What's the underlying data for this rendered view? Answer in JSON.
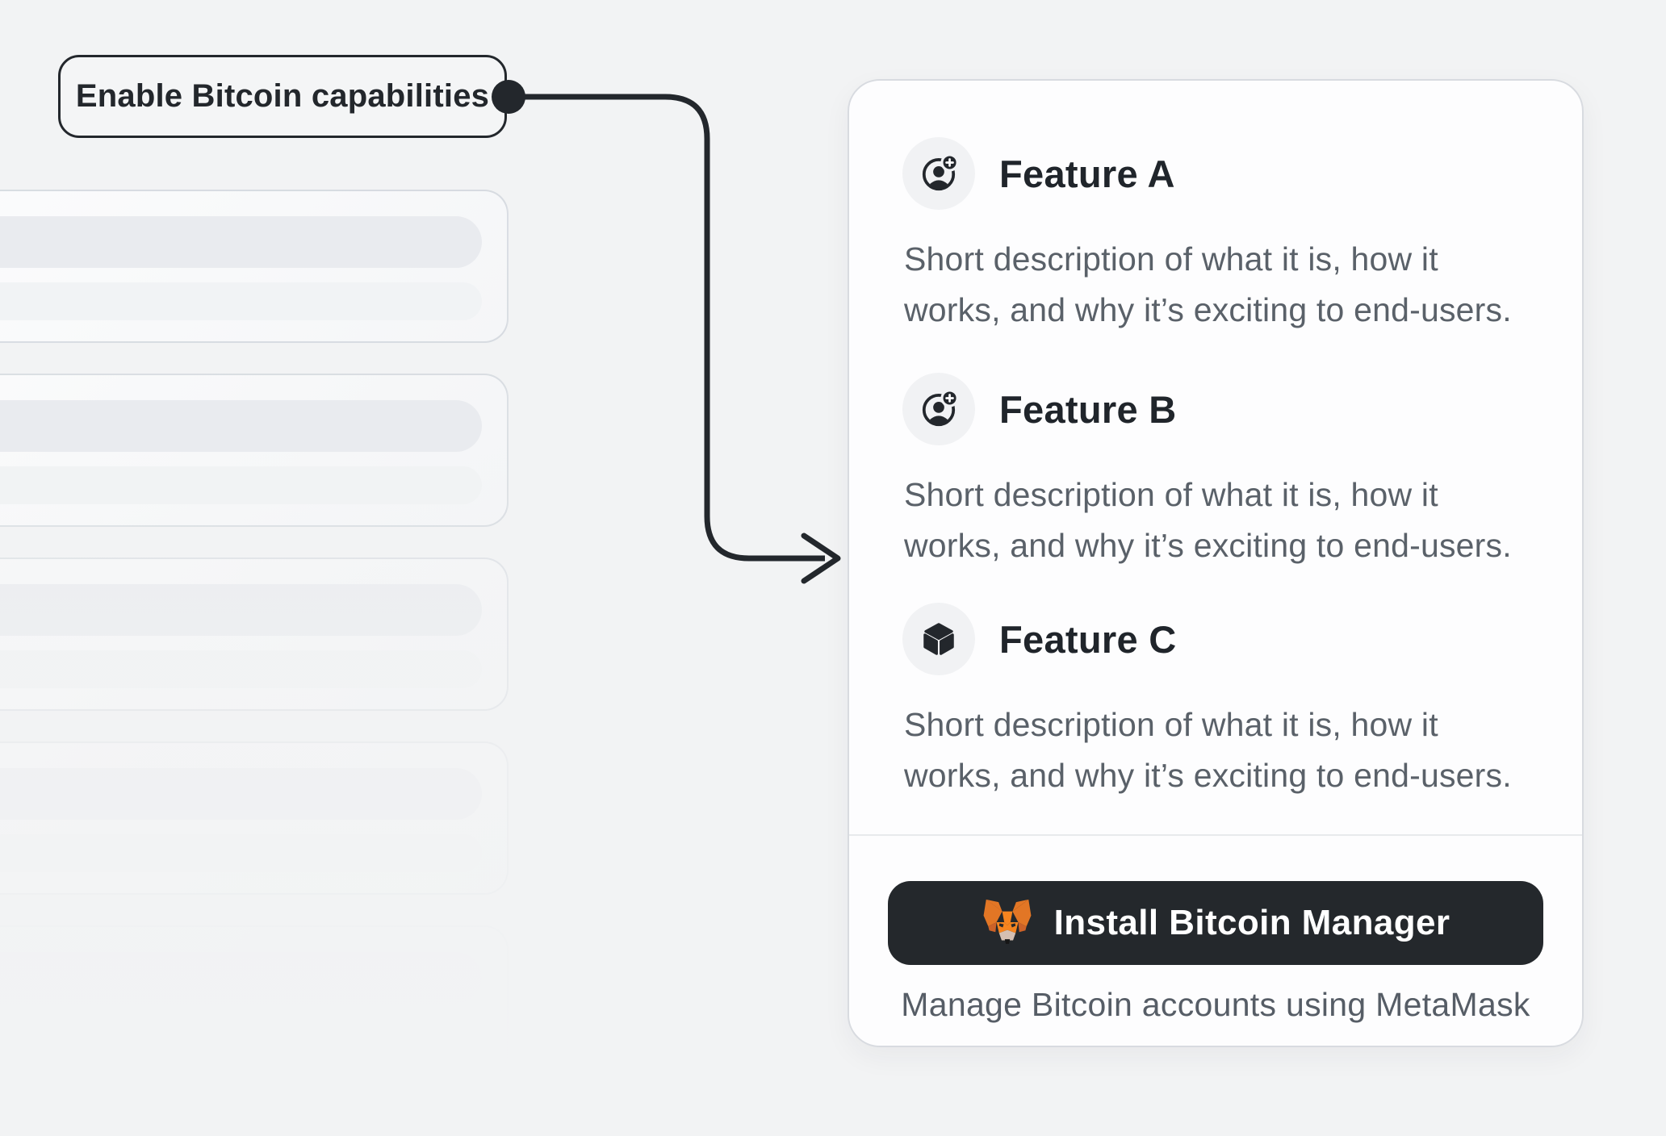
{
  "callout": {
    "label": "Enable Bitcoin capabilities"
  },
  "skeleton": {
    "card_count": 5,
    "bars_per_card": 2
  },
  "features": [
    {
      "title": "Feature A",
      "icon": "user-plus-icon",
      "description": "Short description of what it is, how it\nworks, and why it’s exciting to end-users."
    },
    {
      "title": "Feature B",
      "icon": "user-plus-icon",
      "description": "Short description of what it is, how it\nworks, and why it’s exciting to end-users."
    },
    {
      "title": "Feature C",
      "icon": "cube-icon",
      "description": "Short description of what it is, how it\nworks, and why it’s exciting to end-users."
    }
  ],
  "footer": {
    "install_button_label": "Install Bitcoin Manager",
    "install_button_icon": "metamask-fox-icon",
    "caption": "Manage Bitcoin accounts using MetaMask"
  },
  "colors": {
    "background": "#f2f3f4",
    "ink": "#23272c",
    "card_border": "#d8dbe0",
    "description_gray": "#5a6169",
    "button_background": "#24282c",
    "metamask_orange": "#e27625",
    "metamask_bright_orange": "#f5841f"
  }
}
